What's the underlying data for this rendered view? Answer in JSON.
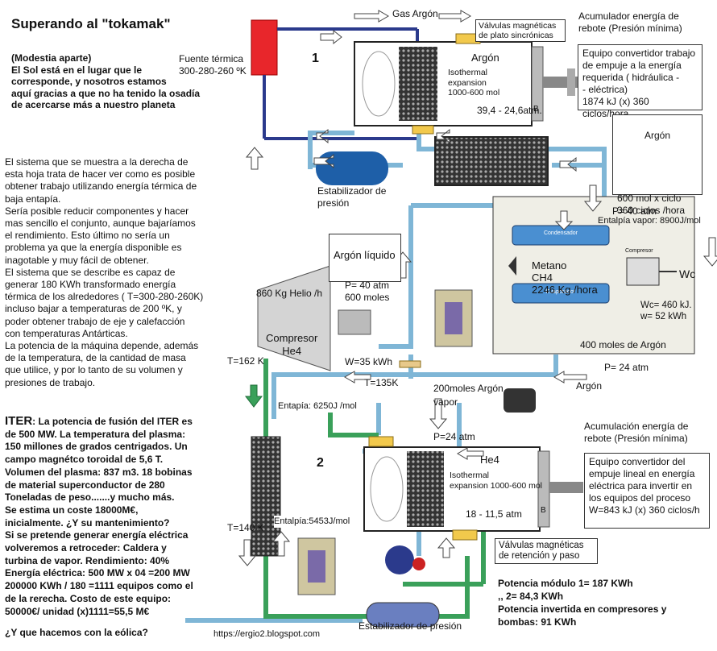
{
  "title": "Superando al \"tokamak\"",
  "intro": "(Modestia aparte)\nEl Sol está en el lugar que le\ncorresponde, y nosotros estamos\naquí gracias a que no ha tenido la osadía\nde acercarse más a nuestro planeta",
  "body_text": "El sistema que se muestra a la derecha de\nesta hoja trata de hacer ver como es posible\nobtener trabajo utilizando energía térmica de\nbaja entapía.\nSería posible reducir componentes y hacer\nmas sencillo el conjunto, aunque bajaríamos\nel rendimiento. Esto último no sería un\nproblema ya que la energía disponible es\ninagotable y muy fácil de obtener.\nEl sistema que se describe es capaz de\ngenerar 180 KWh transformado energía\ntérmica de los alrededores ( T=300-280-260K)\nincluso bajar a temperaturas de 200 ºK, y\npoder obtener trabajo de eje y calefacción\ncon temperaturas Antárticas.\nLa potencia de la máquina depende, además\nde la temperatura, de la cantidad de masa\nque utilice, y por lo tanto de su volumen y\npresiones de trabajo.",
  "iter_heading": "ITER",
  "iter_text": ": La potencia de fusión del ITER es\nde 500 MW. La temperatura del plasma:\n 150 millones de grados centrigados. Un\ncampo magnétco toroidal de 5,6 T.\nVolumen del plasma: 837 m3. 18 bobinas\nde material superconductor de 280\nToneladas de peso.......y mucho más.\nSe estima un coste 18000M€,\ninicialmente. ¿Y su mantenimiento?\nSi se pretende generar energía eléctrica\nvolveremos a retroceder: Caldera y\nturbina de vapor. Rendimiento: 40%\nEnergía eléctrica: 500 MW x 04 =200 MW\n200000 KWh / 180 =1111 equipos como el\nde la rerecha. Costo de este equipo:\n50000€/ unidad (x)1111=55,5 M€",
  "eolica": "¿Y que hacemos con la eólica?",
  "url": "https://ergio2.blogspot.com",
  "labels": {
    "gas_argon": "Gas Argón",
    "valves_top": "Válvulas magnéticas\nde plato sincrónicas",
    "acc_top": "Acumulador energía de\nrebote (Presión mínima)",
    "fuente": "Fuente térmica\n300-280-260 ºK",
    "num1": "1",
    "argon1": "Argón",
    "iso1": "Isothermal\nexpansion\n1000-600 mol",
    "atm1": "39,4 - 24,6atm.",
    "b1": "B",
    "equipo1": "Equipo convertidor trabajo\nde empuje a la energía\nrequerida ( hidráulica -\n- eléctrica)\n1874 kJ (x) 360 ciclos/hora",
    "argon_tank": "Argón",
    "argon_tank_info": "600 mol x ciclo\n360 ciclos /hora",
    "estab1": "Estabilizador de\npresión",
    "p40": "P= 40 atm",
    "entalpia_vapor": "Entalpía vapor: 8900J/mol",
    "argon_liq_title": "Argón líquido",
    "argon_liq_info": "P= 40 atm\n600 moles",
    "condensador": "Condensador",
    "evaporador": "Evaporador",
    "compresor_small": "Compresor",
    "metano": "Metano\nCH4\n2246 Kg /hora",
    "wc": "Wc",
    "wc_val": "Wc= 460 kJ.\nw= 52 kWh",
    "mol400": "400 moles de Argón",
    "p24": "P= 24 atm",
    "argon_under": "Argón",
    "helio": "860 Kg Helio /h",
    "compresor_he": "Compresor\nHe4",
    "w35": "W=35 kWh",
    "t162": "T=162 K",
    "t135": "T=135K",
    "argon_vap": "200moles Argón\nvapor",
    "entalpia1": "Entapía: 6250J /mol",
    "p24b": "P=24 atm",
    "acc_bottom": "Acumulación energía de\nrebote (Presión mínima)",
    "num2": "2",
    "he4": "He4",
    "iso2": "Isothermal\nexpansion 1000-600 mol",
    "atm2": "18 - 11,5 atm",
    "b2": "B",
    "equipo2": "Equipo convertidor del\nempuje lineal en energía\neléctrica para invertir en\nlos equipos del proceso\nW=843 kJ (x) 360 ciclos/h",
    "t140": "T=140 K",
    "entalpia2": "Entalpía:5453J/mol",
    "valves_bottom": "Válvulas magnéticas\nde retención y paso",
    "estab2": "Estabilizador de presión",
    "potencia": "Potencia módulo 1= 187 KWh\n    ,,            2=  84,3 KWh\nPotencia invertida en compresores y\nbombas:  91 KWh"
  },
  "colors": {
    "pipe_blue": "#7fb6d6",
    "pipe_green": "#3aa05a",
    "pipe_navy": "#2b3a8c",
    "heater_red": "#e8262b",
    "tank_blue": "#1e5fa8",
    "valve_yellow": "#f2c94c"
  }
}
